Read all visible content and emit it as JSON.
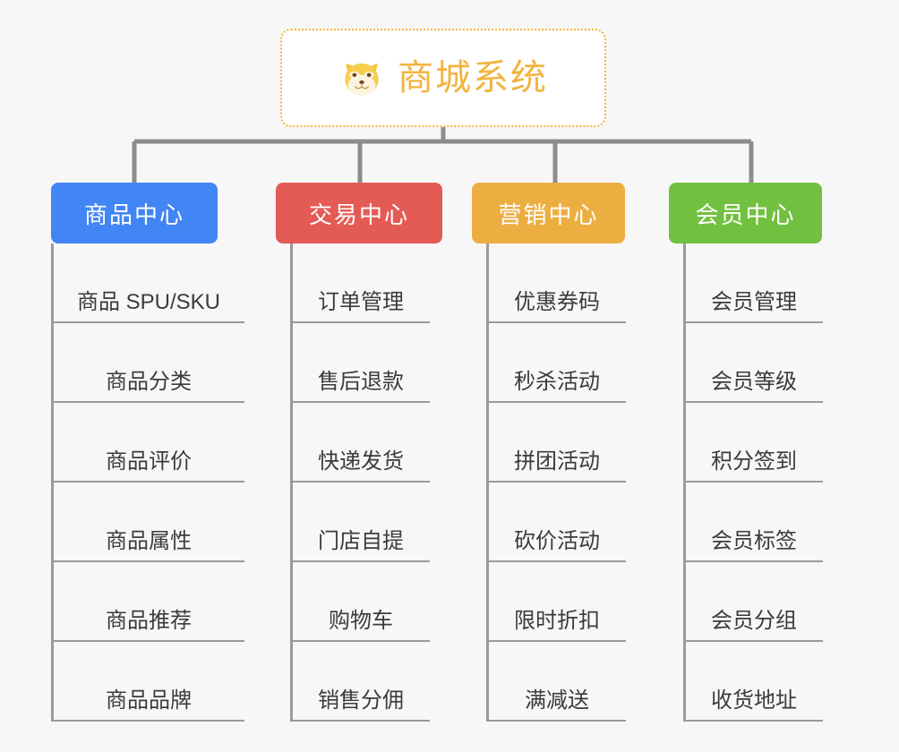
{
  "diagram": {
    "type": "mind-map",
    "background_color": "#f7f7f7",
    "root": {
      "title": "商城系统",
      "icon": "shiba-dog-face-icon",
      "text_color": "#f2b43f",
      "border_color": "#f0b43c",
      "background_color": "#ffffff"
    },
    "connector_color": "#8c8c8c",
    "branches": [
      {
        "label": "商品中心",
        "color": "#4285f4",
        "items": [
          "商品 SPU/SKU",
          "商品分类",
          "商品评价",
          "商品属性",
          "商品推荐",
          "商品品牌"
        ]
      },
      {
        "label": "交易中心",
        "color": "#e45b56",
        "items": [
          "订单管理",
          "售后退款",
          "快递发货",
          "门店自提",
          "购物车",
          "销售分佣"
        ]
      },
      {
        "label": "营销中心",
        "color": "#edae41",
        "items": [
          "优惠券码",
          "秒杀活动",
          "拼团活动",
          "砍价活动",
          "限时折扣",
          "满减送"
        ]
      },
      {
        "label": "会员中心",
        "color": "#72c040",
        "items": [
          "会员管理",
          "会员等级",
          "积分签到",
          "会员标签",
          "会员分组",
          "收货地址"
        ]
      }
    ]
  }
}
